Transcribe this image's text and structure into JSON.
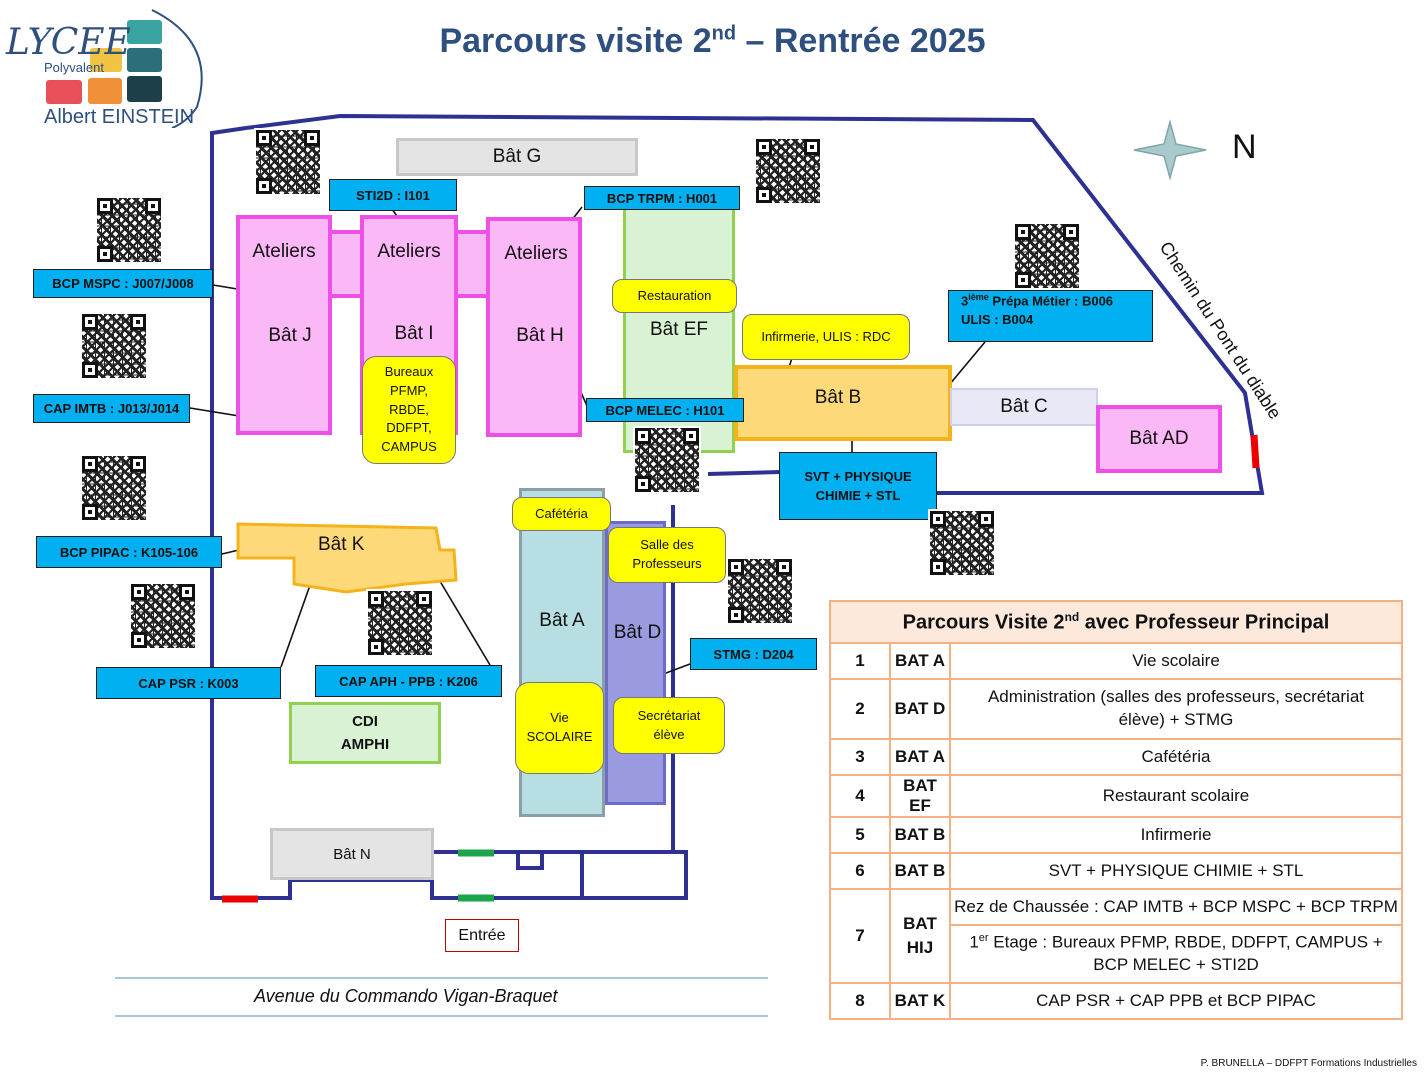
{
  "logo": {
    "line1": "LYCEE",
    "line2": "Polyvalent",
    "line3": "Albert EINSTEIN"
  },
  "title": {
    "main": "Parcours visite 2",
    "sup": "nd",
    "rest": " – Rentrée 2025"
  },
  "compass": {
    "label": "N"
  },
  "street": {
    "name": "Avenue du Commando Vigan-Braquet"
  },
  "lane": {
    "name": "Chemin du Pont du diable"
  },
  "entrance": {
    "label": "Entrée"
  },
  "buildings": {
    "g": "Bât G",
    "j_top": "Ateliers",
    "j": "Bât J",
    "i_top": "Ateliers",
    "i": "Bât I",
    "h_top": "Ateliers",
    "h": "Bât H",
    "ef": "Bât EF",
    "b": "Bât B",
    "c": "Bât C",
    "ad": "Bât AD",
    "k": "Bât K",
    "a": "Bât A",
    "d": "Bât D",
    "n": "Bât N",
    "cdi_line1": "CDI",
    "cdi_line2": "AMPHI"
  },
  "yellow_tags": {
    "restauration": "Restauration",
    "infirmerie": "Infirmerie, ULIS : RDC",
    "bureaux": [
      "Bureaux",
      "PFMP,",
      "RBDE,",
      "DDFPT,",
      "CAMPUS"
    ],
    "cafeteria": "Cafétéria",
    "salle_profs": [
      "Salle des",
      "Professeurs"
    ],
    "vie_scolaire": [
      "Vie",
      "SCOLAIRE"
    ],
    "secretariat": [
      "Secrétariat",
      "élève"
    ]
  },
  "blue_tags": {
    "sti2d": "STI2D : I101",
    "trpm": "BCP TRPM : H001",
    "mspc": "BCP MSPC : J007/J008",
    "imtb": "CAP IMTB : J013/J014",
    "melec": "BCP MELEC : H101",
    "prepa_line1_pre": "3",
    "prepa_line1_sup": "ième",
    "prepa_line1_post": " Prépa Métier : B006",
    "prepa_line2": "ULIS : B004",
    "svt_line1": "SVT + PHYSIQUE",
    "svt_line2": "CHIMIE + STL",
    "pipac": "BCP PIPAC : K105-106",
    "stmg": "STMG : D204",
    "psr": "CAP PSR : K003",
    "aph": "CAP APH - PPB : K206"
  },
  "legend": {
    "header_pre": "Parcours Visite 2",
    "header_sup": "nd",
    "header_post": " avec Professeur Principal",
    "rows": [
      {
        "num": "1",
        "bat": "BAT A",
        "desc": "Vie scolaire"
      },
      {
        "num": "2",
        "bat": "BAT D",
        "desc": "Administration (salles des professeurs, secrétariat élève) + STMG"
      },
      {
        "num": "3",
        "bat": "BAT A",
        "desc": "Cafétéria"
      },
      {
        "num": "4",
        "bat": "BAT EF",
        "desc": "Restaurant scolaire"
      },
      {
        "num": "5",
        "bat": "BAT B",
        "desc": "Infirmerie"
      },
      {
        "num": "6",
        "bat": "BAT B",
        "desc": "SVT + PHYSIQUE CHIMIE + STL"
      }
    ],
    "row7": {
      "num": "7",
      "bat_line1": "BAT",
      "bat_line2": "HIJ",
      "desc_a": "Rez de Chaussée : CAP IMTB + BCP MSPC + BCP TRPM",
      "desc_b_pre": "1",
      "desc_b_sup": "er",
      "desc_b_post": " Etage : Bureaux PFMP, RBDE, DDFPT, CAMPUS + BCP MELEC + STI2D"
    },
    "row8": {
      "num": "8",
      "bat": "BAT K",
      "desc": "CAP PSR + CAP PPB et BCP PIPAC"
    }
  },
  "footer": {
    "credit": "P. BRUNELLA – DDFPT Formations Industrielles"
  },
  "colors": {
    "title": "#2f4f7f",
    "wall": "#2e3192",
    "pink": "#fbb8f7",
    "tag_blue": "#00b0f0",
    "tag_yellow": "#ffff00"
  }
}
